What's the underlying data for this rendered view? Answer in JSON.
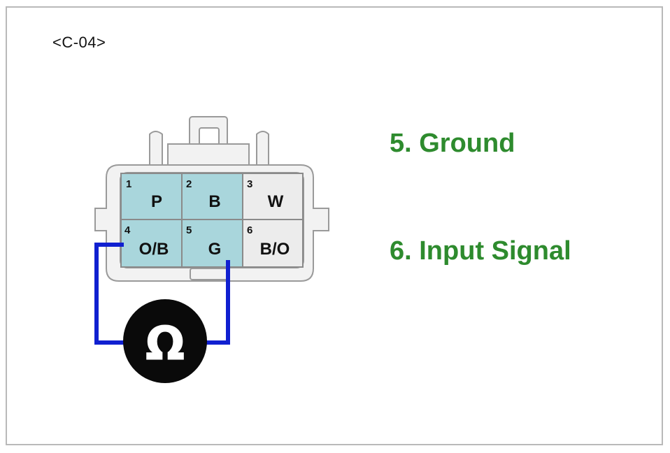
{
  "connector": {
    "id_label": "<C-04>",
    "pins": [
      {
        "number": "1",
        "color_code": "P",
        "highlighted": true
      },
      {
        "number": "2",
        "color_code": "B",
        "highlighted": true
      },
      {
        "number": "3",
        "color_code": "W",
        "highlighted": false
      },
      {
        "number": "4",
        "color_code": "O/B",
        "highlighted": true
      },
      {
        "number": "5",
        "color_code": "G",
        "highlighted": true
      },
      {
        "number": "6",
        "color_code": "B/O",
        "highlighted": false
      }
    ]
  },
  "legend": [
    {
      "label": "5. Ground"
    },
    {
      "label": "6. Input Signal"
    }
  ],
  "ohmmeter": {
    "symbol": "Ω",
    "icon": "ohmmeter-icon",
    "probe_pins": [
      "4",
      "5"
    ]
  },
  "colors": {
    "legend_text": "#2e8b2e",
    "probe_wire": "#1020d0",
    "highlighted_cavity": "#a9d6dc",
    "plain_cavity": "#ececec",
    "housing": "#f2f2f2",
    "housing_outline": "#9a9a9a"
  }
}
